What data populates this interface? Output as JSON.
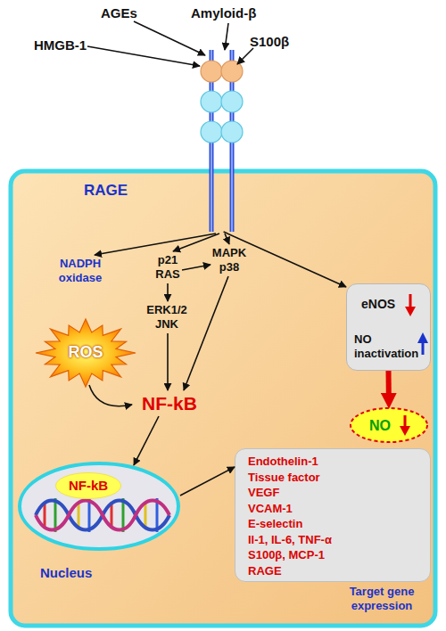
{
  "diagram": {
    "nodes": [
      {
        "text": [
          "RAGE"
        ]
      },
      {
        "text": [
          "eNOS",
          "NO inactivation"
        ]
      },
      {
        "text": [
          "ROS"
        ]
      },
      {
        "text": [
          "NO"
        ]
      },
      {
        "text": [
          "Nucleus"
        ]
      },
      {
        "text": [
          "NF-kB"
        ],
        "in": 4
      },
      {
        "text": [
          "Endothelin-1",
          "Tissue factor",
          "VEGF",
          "VCAM-1",
          "E-selectin",
          "Il-1, IL-6, TNF-α",
          "S100β, MCP-1",
          "RAGE",
          "Target gene expression"
        ]
      }
    ],
    "edges": [
      {
        "from": 0,
        "to": 1,
        "arrow": "to"
      },
      {
        "from": 1,
        "to": 3,
        "arrow": "to"
      },
      {
        "from": 4,
        "to": 6,
        "arrow": "to"
      }
    ],
    "labels": [
      "HMGB-1",
      "AGEs",
      "Amyloid-β",
      "S100β",
      "NADPH oxidase",
      "p21 RAS",
      "ERK1/2 JNK",
      "MAPK p38",
      "NF-kB"
    ]
  }
}
